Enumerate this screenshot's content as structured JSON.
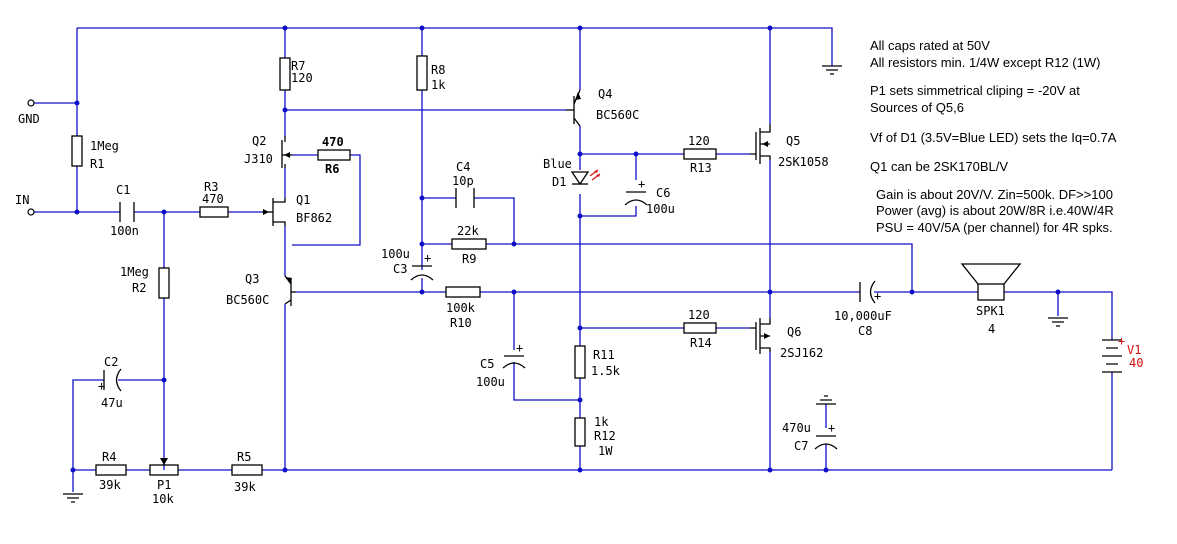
{
  "notes": [
    "All caps rated at 50V",
    "All resistors min. 1/4W except R12 (1W)",
    "P1 sets simmetrical cliping = -20V at",
    "Sources of Q5,6",
    "Vf of D1 (3.5V=Blue LED) sets the Iq=0.7A",
    "Q1 can be 2SK170BL/V",
    "Gain is about 20V/V. Zin=500k.  DF>>100",
    "Power (avg) is about 20W/8R i.e.40W/4R",
    "PSU = 40V/5A (per channel) for 4R spks."
  ],
  "ports": {
    "gnd": "GND",
    "in": "IN"
  },
  "components": {
    "R1": {
      "ref": "R1",
      "value": "1Meg"
    },
    "R2": {
      "ref": "R2",
      "value": "1Meg"
    },
    "R3": {
      "ref": "R3",
      "value": "470"
    },
    "R4": {
      "ref": "R4",
      "value": "39k"
    },
    "R5": {
      "ref": "R5",
      "value": "39k"
    },
    "R6": {
      "ref": "R6",
      "value": "470"
    },
    "R7": {
      "ref": "R7",
      "value": "120"
    },
    "R8": {
      "ref": "R8",
      "value": "1k"
    },
    "R9": {
      "ref": "R9",
      "value": "22k"
    },
    "R10": {
      "ref": "R10",
      "value": "100k"
    },
    "R11": {
      "ref": "R11",
      "value": "1.5k"
    },
    "R12": {
      "ref": "R12",
      "value": "1k",
      "extra": "1W"
    },
    "R13": {
      "ref": "R13",
      "value": "120"
    },
    "R14": {
      "ref": "R14",
      "value": "120"
    },
    "P1": {
      "ref": "P1",
      "value": "10k"
    },
    "C1": {
      "ref": "C1",
      "value": "100n"
    },
    "C2": {
      "ref": "C2",
      "value": "47u"
    },
    "C3": {
      "ref": "C3",
      "value": "100u"
    },
    "C4": {
      "ref": "C4",
      "value": "10p"
    },
    "C5": {
      "ref": "C5",
      "value": "100u"
    },
    "C6": {
      "ref": "C6",
      "value": "100u"
    },
    "C7": {
      "ref": "C7",
      "value": "470u"
    },
    "C8": {
      "ref": "C8",
      "value": "10,000uF"
    },
    "Q1": {
      "ref": "Q1",
      "value": "BF862"
    },
    "Q2": {
      "ref": "Q2",
      "value": "J310"
    },
    "Q3": {
      "ref": "Q3",
      "value": "BC560C"
    },
    "Q4": {
      "ref": "Q4",
      "value": "BC560C"
    },
    "Q5": {
      "ref": "Q5",
      "value": "2SK1058"
    },
    "Q6": {
      "ref": "Q6",
      "value": "2SJ162"
    },
    "D1": {
      "ref": "D1",
      "value": "Blue"
    },
    "SPK1": {
      "ref": "SPK1",
      "value": "4"
    },
    "V1": {
      "ref": "V1",
      "value": "40"
    }
  },
  "colors": {
    "wire": "#1010c8",
    "component": "#000000",
    "source_label": "#d01010",
    "led_arrow": "#d01010"
  }
}
